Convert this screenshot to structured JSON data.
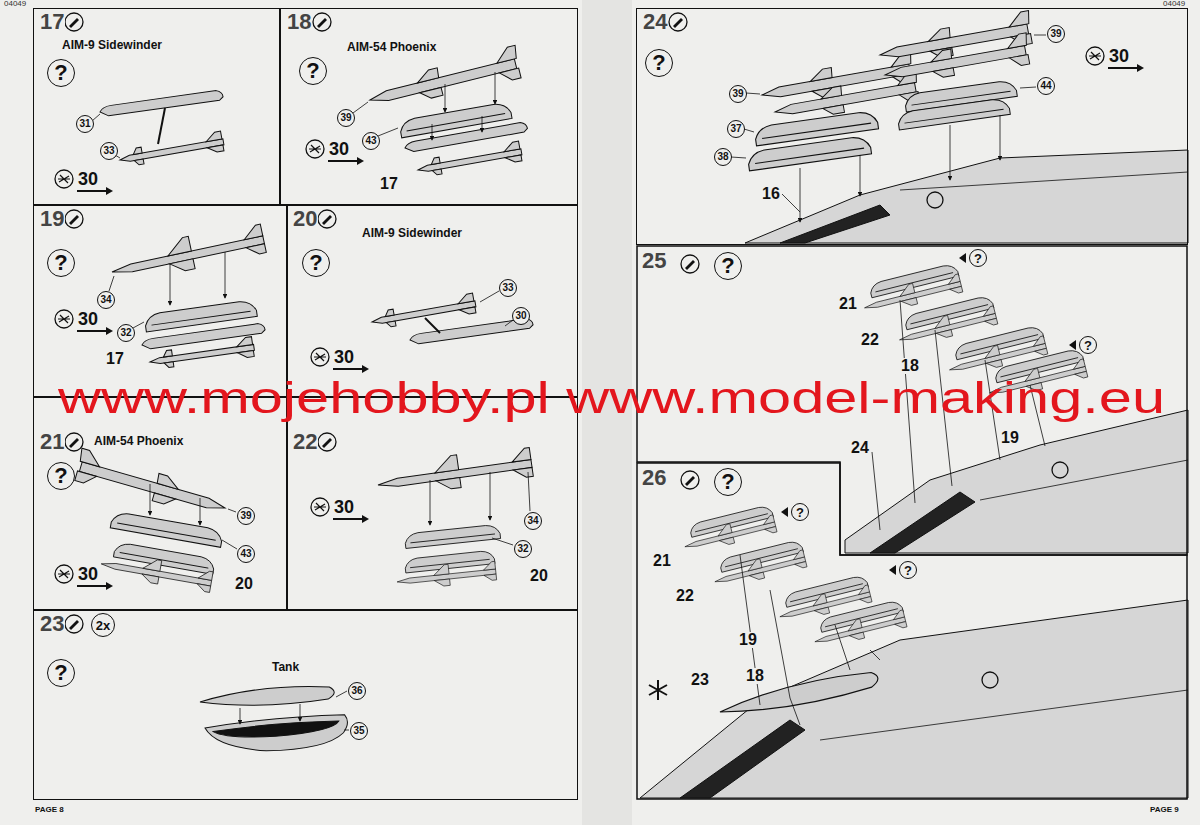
{
  "diagram": {
    "nodes": [
      {
        "text": [
          "17",
          "AIM-9 Sidewinder",
          "30"
        ]
      },
      {
        "text": [
          "?"
        ],
        "in": 0
      },
      {
        "text": [
          "31"
        ],
        "in": 0
      },
      {
        "text": [
          "33"
        ],
        "in": 0
      },
      {
        "text": [
          "18",
          "AIM-54 Phoenix",
          "30",
          "17"
        ]
      },
      {
        "text": [
          "?"
        ],
        "in": 4
      },
      {
        "text": [
          "39"
        ],
        "in": 4
      },
      {
        "text": [
          "43"
        ],
        "in": 4
      },
      {
        "text": [
          "19",
          "30",
          "17"
        ]
      },
      {
        "text": [
          "?"
        ],
        "in": 8
      },
      {
        "text": [
          "34"
        ],
        "in": 8
      },
      {
        "text": [
          "32"
        ],
        "in": 8
      },
      {
        "text": [
          "20",
          "AIM-9 Sidewinder",
          "30"
        ]
      },
      {
        "text": [
          "?"
        ],
        "in": 12
      },
      {
        "text": [
          "33"
        ],
        "in": 12
      },
      {
        "text": [
          "30"
        ],
        "in": 12
      },
      {
        "text": [
          "21",
          "AIM-54 Phoenix",
          "30",
          "20"
        ]
      },
      {
        "text": [
          "?"
        ],
        "in": 16
      },
      {
        "text": [
          "39"
        ],
        "in": 16
      },
      {
        "text": [
          "43"
        ],
        "in": 16
      },
      {
        "text": [
          "22",
          "30",
          "20"
        ]
      },
      {
        "text": [
          "34"
        ],
        "in": 20
      },
      {
        "text": [
          "32"
        ],
        "in": 20
      },
      {
        "text": [
          "23",
          "Tank"
        ]
      },
      {
        "text": [
          "?"
        ],
        "in": 23
      },
      {
        "text": [
          "2x"
        ],
        "in": 23
      },
      {
        "text": [
          "36"
        ],
        "in": 23
      },
      {
        "text": [
          "35"
        ],
        "in": 23
      },
      {
        "text": [
          "24",
          "30",
          "16"
        ]
      },
      {
        "text": [
          "?"
        ],
        "in": 28
      },
      {
        "text": [
          "39"
        ],
        "in": 28
      },
      {
        "text": [
          "39"
        ],
        "in": 28
      },
      {
        "text": [
          "37"
        ],
        "in": 28
      },
      {
        "text": [
          "38"
        ],
        "in": 28
      },
      {
        "text": [
          "44"
        ],
        "in": 28
      },
      {
        "text": [
          "25",
          "21",
          "22",
          "18",
          "19",
          "24"
        ]
      },
      {
        "text": [
          "?"
        ],
        "in": 35
      },
      {
        "text": [
          "?"
        ],
        "in": 35
      },
      {
        "text": [
          "?"
        ],
        "in": 35
      },
      {
        "text": [
          "26",
          "21",
          "22",
          "19",
          "18",
          "23"
        ]
      },
      {
        "text": [
          "?"
        ],
        "in": 39
      },
      {
        "text": [
          "?"
        ],
        "in": 39
      },
      {
        "text": [
          "?"
        ],
        "in": 39
      }
    ],
    "labels": [
      "04049",
      "04049",
      "www.mojehobby.pl www.model-making.eu",
      "PAGE 8",
      "PAGE 9"
    ]
  }
}
